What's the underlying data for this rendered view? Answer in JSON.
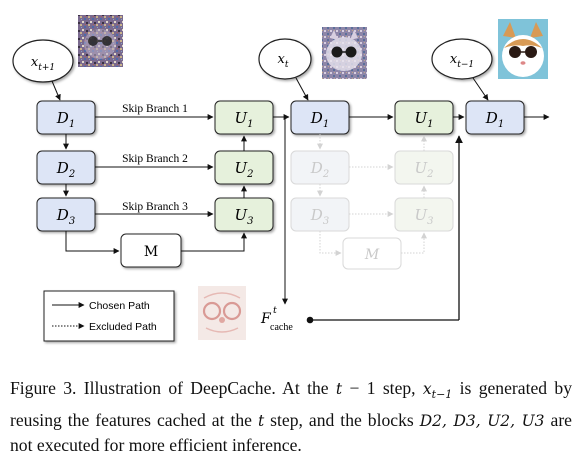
{
  "diagram": {
    "nodes": {
      "x_next": {
        "base": "x",
        "sub": "t+1"
      },
      "x_cur": {
        "base": "x",
        "sub": "t"
      },
      "x_prev": {
        "base": "x",
        "sub": "t−1"
      },
      "D1": {
        "base": "D",
        "sub": "1"
      },
      "D2": {
        "base": "D",
        "sub": "2"
      },
      "D3": {
        "base": "D",
        "sub": "3"
      },
      "U1": {
        "base": "U",
        "sub": "1"
      },
      "U2": {
        "base": "U",
        "sub": "2"
      },
      "U3": {
        "base": "U",
        "sub": "3"
      },
      "M": "M"
    },
    "skip_branches": [
      "Skip Branch 1",
      "Skip Branch 2",
      "Skip Branch 3"
    ],
    "cache": {
      "base": "F",
      "sup": "t",
      "sub": "cache"
    },
    "legend": {
      "chosen": "Chosen Path",
      "excluded": "Excluded Path"
    }
  },
  "caption": {
    "prefix": "Figure 3. Illustration of DeepCache. At the ",
    "step1": "t",
    "minus": " − 1 step, ",
    "xprev": "x",
    "xprev_sub": "t−1",
    "mid1": " is generated by reusing the features cached at the ",
    "step2": "t",
    "mid2": " step, and the blocks ",
    "blocks": "D2, D3, U2, U3",
    "suffix": " are not executed for more efficient inference."
  },
  "colors": {
    "down_block": "#dde5f6",
    "up_block": "#e6f1dc",
    "stroke": "#222222",
    "faded": "#c8c8c8"
  }
}
